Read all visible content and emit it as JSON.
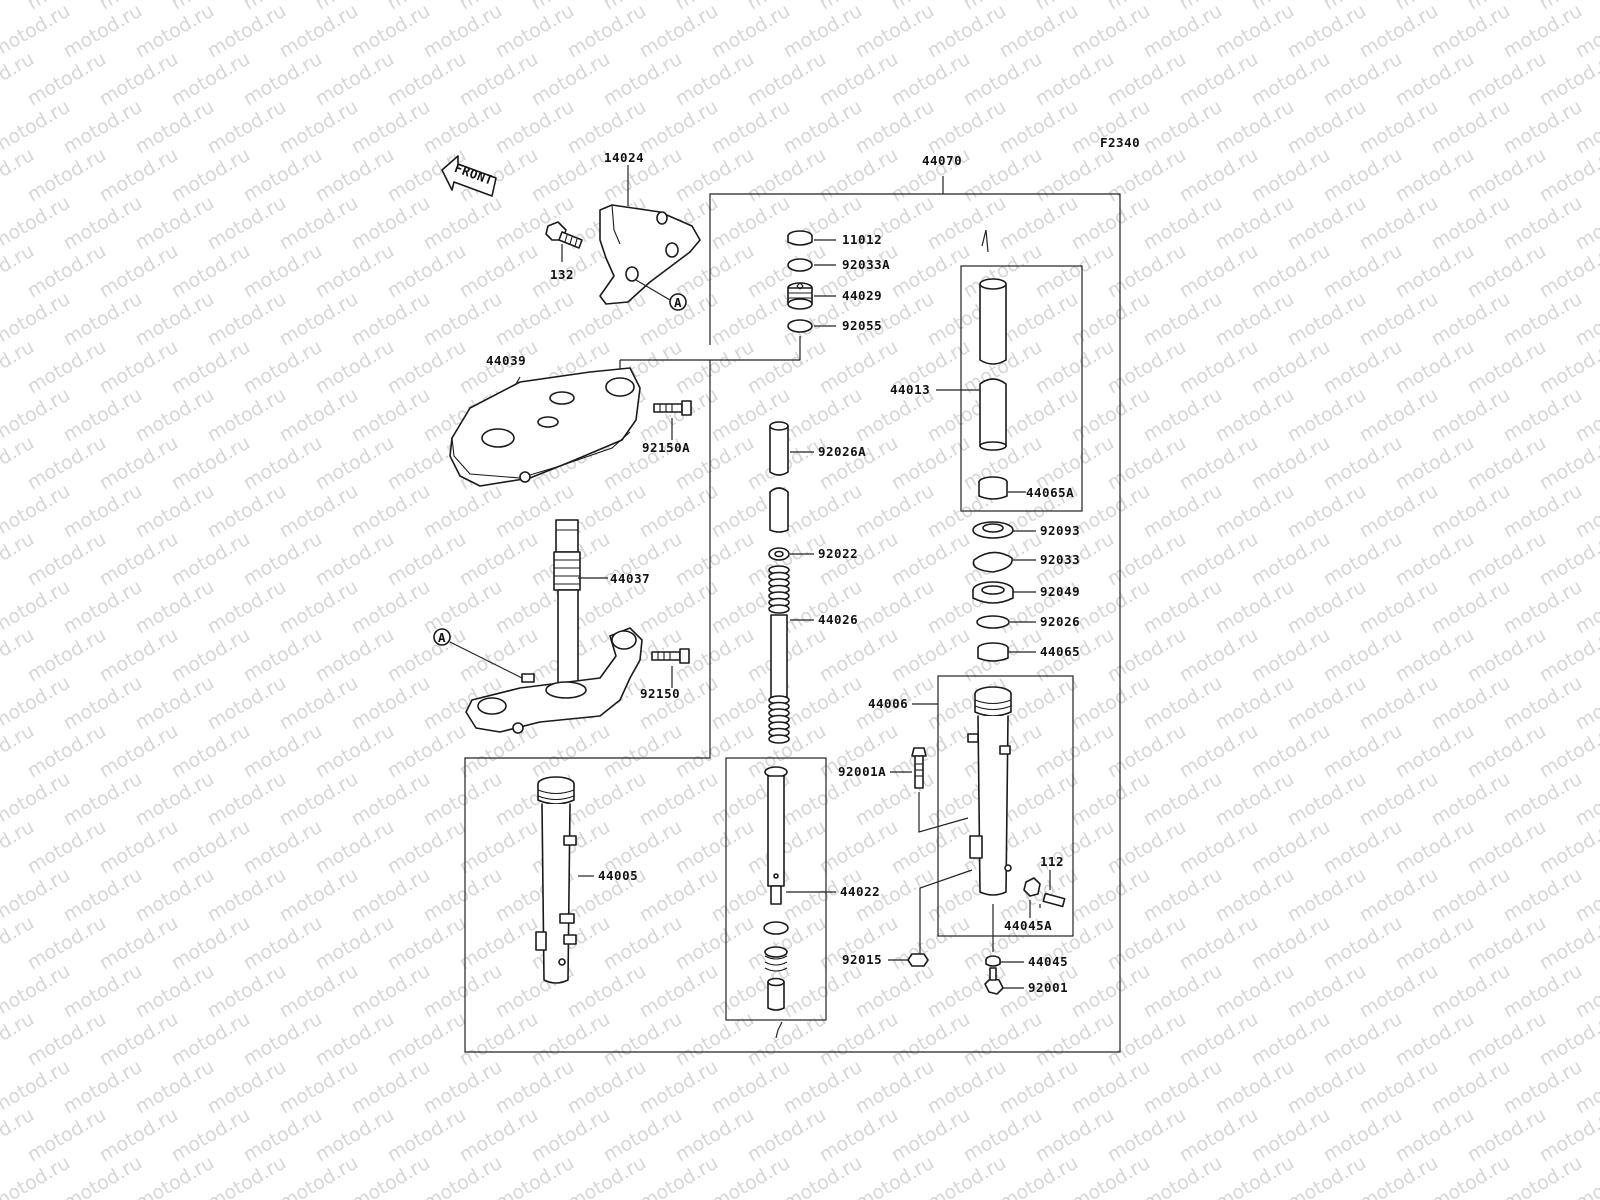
{
  "watermark": "motod.ru",
  "diagram_code": "F2340",
  "front_label": "FRONT",
  "ref_marker": "A",
  "assembly_label": "44070",
  "parts": {
    "p14024": "14024",
    "p132": "132",
    "p44039": "44039",
    "p92150A": "92150A",
    "p44037": "44037",
    "p92150": "92150",
    "p11012": "11012",
    "p92033A": "92033A",
    "p44029": "44029",
    "p92055": "92055",
    "p92026A": "92026A",
    "p92022": "92022",
    "p44026": "44026",
    "p44013": "44013",
    "p44065A": "44065A",
    "p92093": "92093",
    "p92033": "92033",
    "p92049": "92049",
    "p92026": "92026",
    "p44065": "44065",
    "p44006": "44006",
    "p92001A": "92001A",
    "p112": "112",
    "p44045A": "44045A",
    "p44005": "44005",
    "p44022": "44022",
    "p92015": "92015",
    "p44045": "44045",
    "p92001": "92001"
  }
}
